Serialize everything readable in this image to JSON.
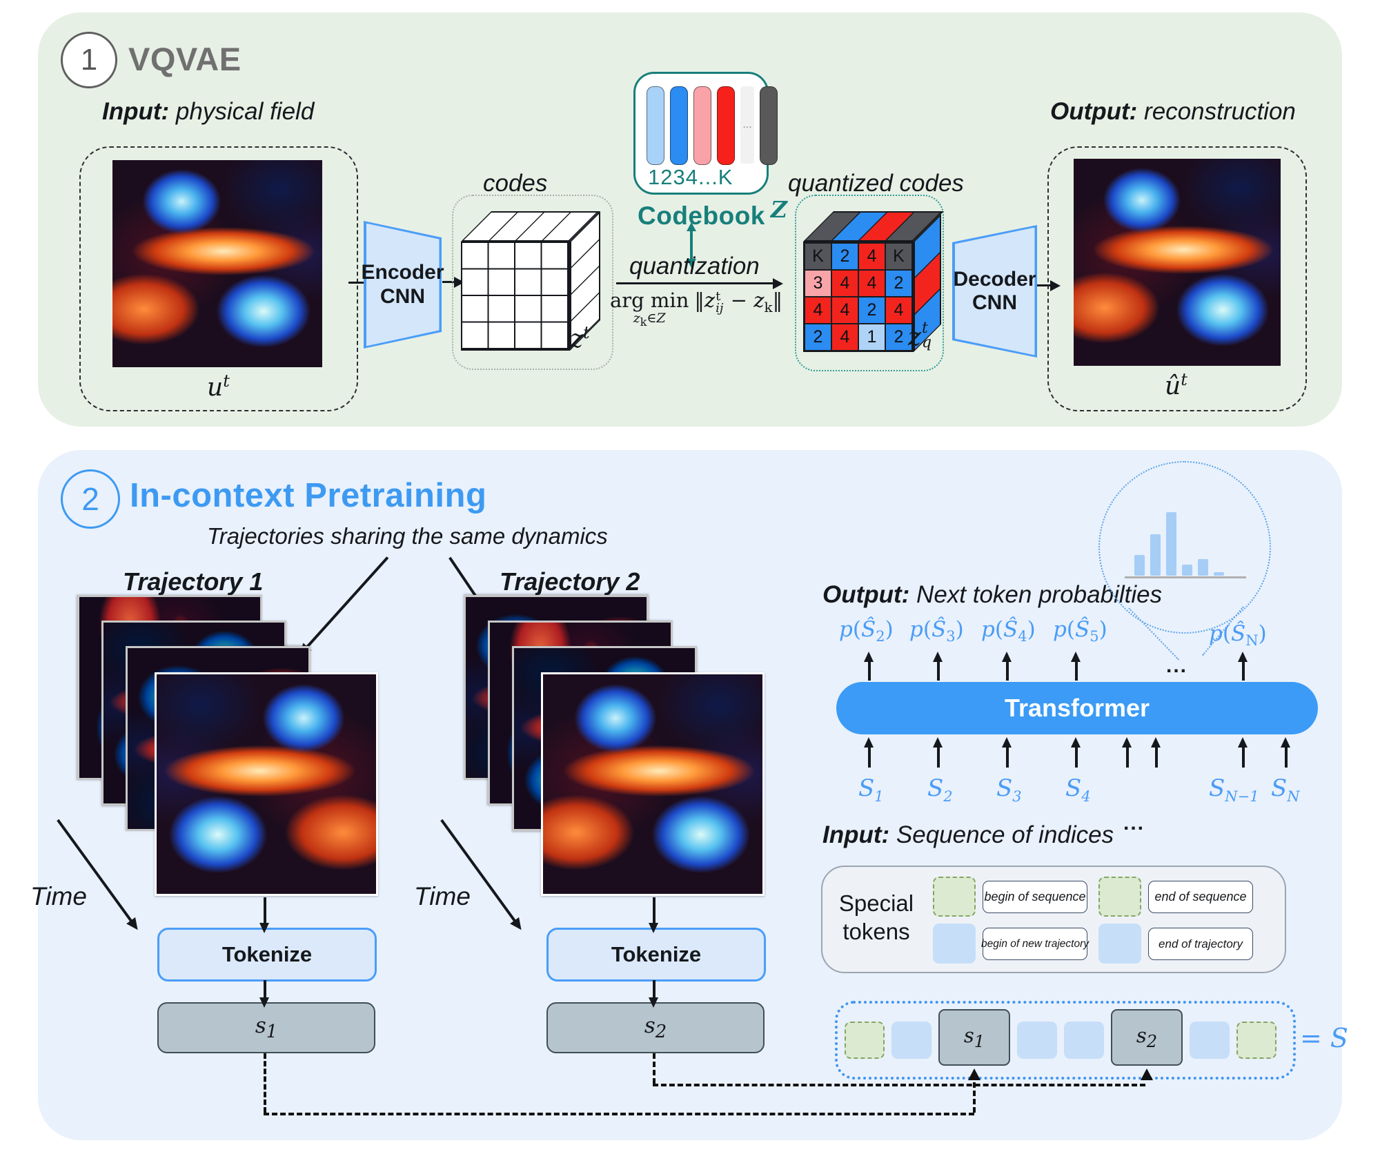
{
  "panel1": {
    "step": "1",
    "title": "VQVAE",
    "input_caption_bold": "Input:",
    "input_caption": " physical field",
    "input_symbol": "u",
    "input_symbol_sup": "t",
    "encoder_line1": "Encoder",
    "encoder_line2": "CNN",
    "codes_caption": "codes",
    "codes_symbol": "z",
    "codes_symbol_sup": "t",
    "codebook": {
      "index_text": "1234...K",
      "label": "Codebook",
      "symbol": "Z",
      "ellipsis": "...",
      "bar_colors": [
        "#a9d2f8",
        "#2b8cf2",
        "#f9a3a8",
        "#f6211b",
        "ellipsis",
        "#595959"
      ]
    },
    "quantization_caption": "quantization",
    "formula": {
      "argmin": "arg min",
      "sub_z": "z",
      "sub_k": "k",
      "sub_in": "∈",
      "sub_Z": "Z",
      "open": "‖",
      "z1": "z",
      "sup_t": "t",
      "sub_ij": "ij",
      "minus": " − ",
      "z2": "z",
      "k2": "k",
      "close": "‖"
    },
    "quantized_caption": "quantized codes",
    "quantized_symbol": "z",
    "quantized_sup": "t",
    "quantized_sub": "q",
    "grid": {
      "values": [
        [
          "K",
          "2",
          "4",
          "K"
        ],
        [
          "3",
          "4",
          "4",
          "2"
        ],
        [
          "4",
          "4",
          "2",
          "4"
        ],
        [
          "2",
          "4",
          "1",
          "2"
        ]
      ],
      "colors": [
        [
          "dark",
          "blue",
          "red",
          "dark"
        ],
        [
          "pink",
          "red",
          "red",
          "blue"
        ],
        [
          "red",
          "red",
          "blue",
          "red"
        ],
        [
          "blue",
          "red",
          "lblue",
          "blue"
        ]
      ]
    },
    "decoder_line1": "Decoder",
    "decoder_line2": "CNN",
    "output_caption_bold": "Output:",
    "output_caption": " reconstruction",
    "output_symbol": "û",
    "output_symbol_sup": "t"
  },
  "panel2": {
    "step": "2",
    "title": "In-context Pretraining",
    "sharing_caption": "Trajectories sharing the same dynamics",
    "trajectory1_label": "Trajectory 1",
    "trajectory2_label": "Trajectory 2",
    "time_label": "Time",
    "tokenize_label": "Tokenize",
    "s1_base": "s",
    "s1_sub": "1",
    "s2_base": "s",
    "s2_sub": "2",
    "transformer_label": "Transformer",
    "output_caption_bold": "Output:",
    "output_caption": " Next token probabilties",
    "prob_func": "p",
    "prob_var": "Ŝ",
    "prob_subs": [
      "2",
      "3",
      "4",
      "5"
    ],
    "prob_last_sub": "N",
    "prob_ellipsis": "...",
    "input_var": "S",
    "input_subs": [
      "1",
      "2",
      "3",
      "4"
    ],
    "input_last_subs": [
      "N−1",
      "N"
    ],
    "input_ellipsis": "...",
    "input_caption_bold": "Input:",
    "input_caption": " Sequence of indices",
    "special": {
      "title_line1": "Special",
      "title_line2": "tokens",
      "items": [
        {
          "token": "<bos>",
          "desc": "begin of sequence",
          "kind": "green"
        },
        {
          "token": "<eos>",
          "desc": "end of sequence",
          "kind": "green"
        },
        {
          "token": "<bot>",
          "desc": "begin of new trajectory",
          "kind": "blue"
        },
        {
          "token": "<eot>",
          "desc": "end of trajectory",
          "kind": "blue"
        }
      ]
    },
    "sequence": {
      "tokens": [
        {
          "text": "<bos>",
          "kind": "green"
        },
        {
          "text": "<bot>",
          "kind": "blue"
        },
        {
          "text": "s",
          "sub": "1",
          "kind": "gray"
        },
        {
          "text": "<eot>",
          "kind": "blue"
        },
        {
          "text": "<bot>",
          "kind": "blue"
        },
        {
          "text": "s",
          "sub": "2",
          "kind": "gray"
        },
        {
          "text": "<eot>",
          "kind": "blue"
        },
        {
          "text": "<eos>",
          "kind": "green"
        }
      ],
      "equals": "= S"
    },
    "histogram": {
      "type": "bar",
      "values": [
        0.33,
        0.65,
        1.0,
        0.17,
        0.26,
        0.05
      ],
      "color": "#a5cdf6"
    }
  },
  "colors": {
    "panel1_bg": "#e7f0e5",
    "panel2_bg": "#e9f1fc",
    "teal": "#177f7b",
    "blue_accent": "#3d9af2",
    "transformer_blue": "#3b9bf6",
    "gray_title": "#707070"
  }
}
